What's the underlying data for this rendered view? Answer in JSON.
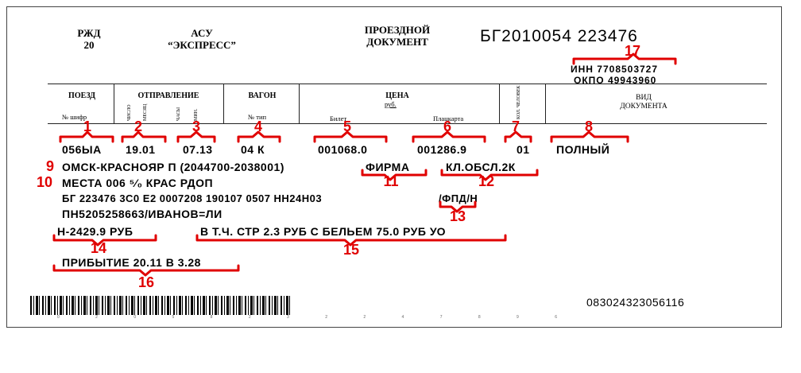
{
  "header": {
    "org_line1": "РЖД",
    "org_line2": "20",
    "system_line1": "АСУ",
    "system_line2": "“ЭКСПРЕСС”",
    "doc_line1": "ПРОЕЗДНОЙ",
    "doc_line2": "ДОКУМЕНТ",
    "serial": "БГ2010054  223476",
    "inn": "ИНН 7708503727",
    "okpo": "ОКПО 49943960"
  },
  "columns": {
    "train": "ПОЕЗД",
    "train_sub": "№ шифр",
    "departure": "ОТПРАВЛЕНИЕ",
    "dep_day": "ЧИСЛО",
    "dep_month": "МЕСЯЦ",
    "dep_hours": "ЧАСЫ",
    "dep_minutes": "МИН.",
    "car": "ВАГОН",
    "car_sub": "№ тип",
    "price": "ЦЕНА",
    "price_unit": "руб.",
    "ticket": "Билет",
    "reserved": "Плацкарта",
    "persons": "КОЛ. ЧЕЛОВЕК",
    "doctype_line1": "ВИД",
    "doctype_line2": "ДОКУМЕНТА"
  },
  "values": {
    "train": "056ЫА",
    "date": "19.01",
    "time": "07.13",
    "car": "04 К",
    "ticket": "001068.0",
    "reserved": "001286.9",
    "persons": "01",
    "doctype": "ПОЛНЫЙ"
  },
  "lines": {
    "route": "ОМСК-КРАСНОЯР П  (2044700-2038001)",
    "firm": "ФИРМА",
    "service": "КЛ.ОБСЛ.2К",
    "seats": "МЕСТА 006  ⁵⁄₀   КРАС  РДОП",
    "codes": "БГ 223476  3С0 Е2  0007208  190107  0507  НН24Н03",
    "fpd": "/ФПД/Н",
    "passenger": "ПН5205258663/ИВАНОВ=ЛИ",
    "total": "Н-2429.9 РУБ",
    "inclusive": "В Т.Ч. СТР 2.3 РУБ С БЕЛЬЕМ 75.0 РУБ  УО",
    "arrival": "ПРИБЫТИЕ 20.11 В 3.28",
    "bottom_number": "083024323056116"
  },
  "barcode_digits": "0 2 0 5 8 2 3 2 2 4 7 8 9 6",
  "annotations": [
    "1",
    "2",
    "3",
    "4",
    "5",
    "6",
    "7",
    "8",
    "9",
    "10",
    "11",
    "12",
    "13",
    "14",
    "15",
    "16",
    "17"
  ],
  "colors": {
    "annotation": "#e00000",
    "ink": "#000000",
    "border": "#444444"
  }
}
